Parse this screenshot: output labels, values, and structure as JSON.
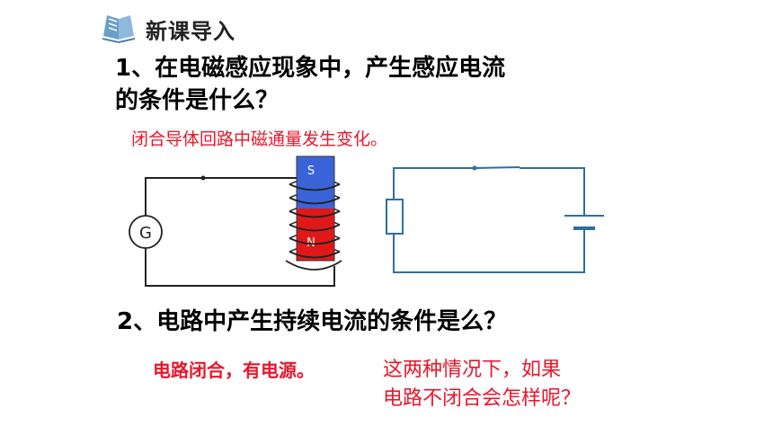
{
  "header": {
    "icon": "book-icon",
    "title": "新课导入"
  },
  "question1": {
    "line1": "1、在电磁感应现象中，产生感应电流",
    "line2": "的条件是什么？"
  },
  "answer1": "闭合导体回路中磁通量发生变化。",
  "diagram1": {
    "meter_label": "G",
    "magnet_top": "S",
    "magnet_bottom": "N"
  },
  "question2": "2、电路中产生持续电流的条件是么？",
  "answer2": "电路闭合，有电源。",
  "note": {
    "line1": "这两种情况下，如果",
    "line2": "电路不闭合会怎样呢？"
  },
  "colors": {
    "accent_red": "#e8162a",
    "magnet_blue": "#3a63d8",
    "magnet_red": "#e01818",
    "circuit_blue": "#2e6fa0",
    "icon_blue": "#6b9fc9"
  }
}
